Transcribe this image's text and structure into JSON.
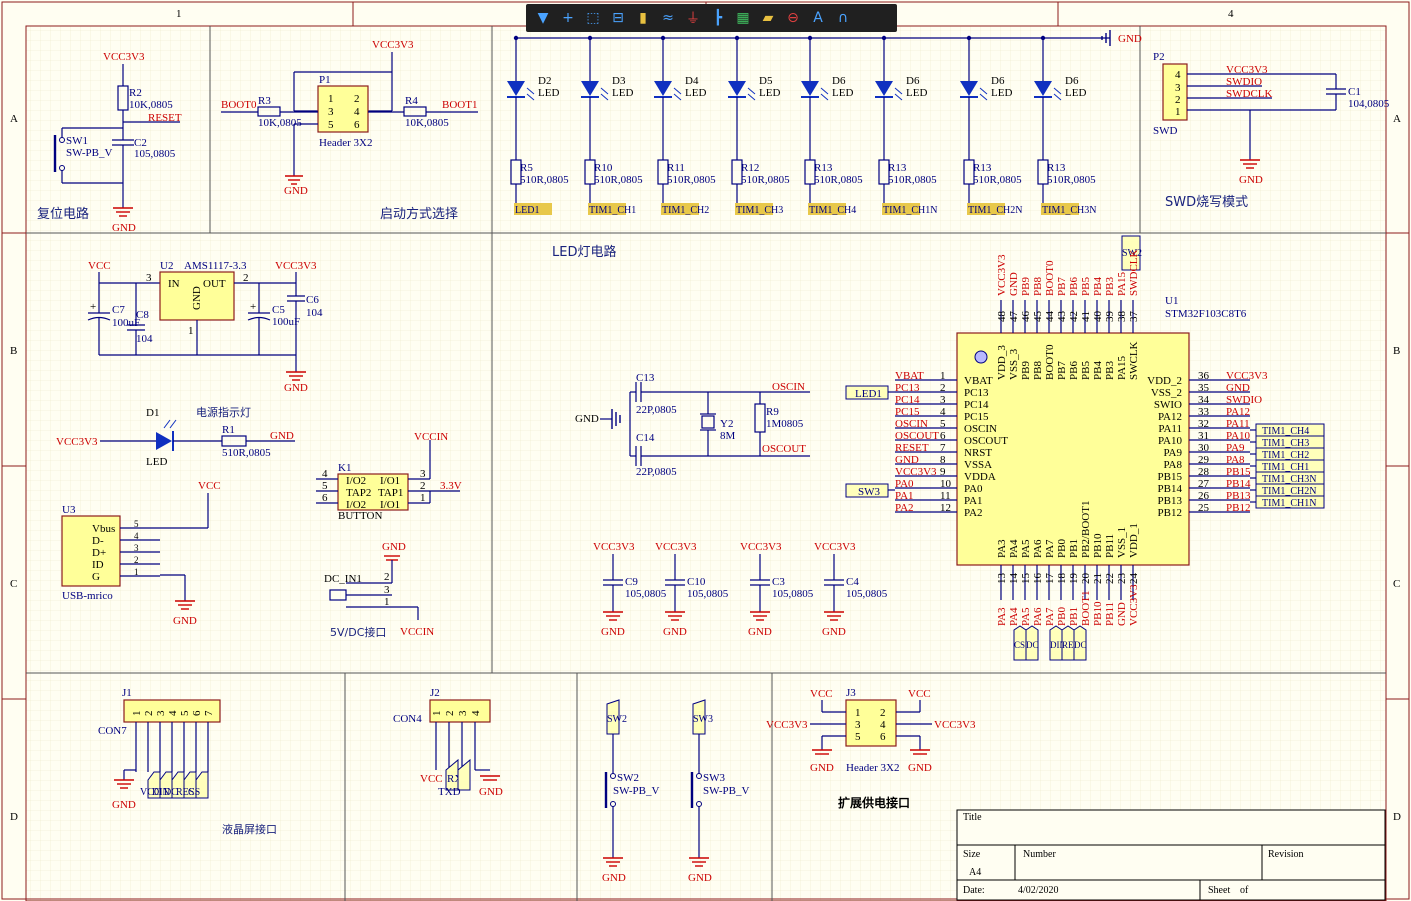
{
  "toolbar": {
    "tools": [
      {
        "name": "filter-icon",
        "glyph": "▼"
      },
      {
        "name": "add-icon",
        "glyph": "+"
      },
      {
        "name": "select-rect-icon",
        "glyph": "⬚"
      },
      {
        "name": "align-icon",
        "glyph": "⊟"
      },
      {
        "name": "component-icon",
        "glyph": "▮"
      },
      {
        "name": "wire-icon",
        "glyph": "≈"
      },
      {
        "name": "ground-icon",
        "glyph": "⏚"
      },
      {
        "name": "bus-icon",
        "glyph": "┣"
      },
      {
        "name": "chip-icon",
        "glyph": "▦"
      },
      {
        "name": "netlabel-icon",
        "glyph": "▰"
      },
      {
        "name": "port-icon",
        "glyph": "⊖"
      },
      {
        "name": "text-icon",
        "glyph": "A"
      },
      {
        "name": "arc-icon",
        "glyph": "∩"
      }
    ]
  },
  "frame": {
    "columns": [
      "1",
      "4"
    ],
    "rows": [
      "A",
      "B",
      "C",
      "D"
    ]
  },
  "sections": {
    "reset": "复位电路",
    "boot": "启动方式选择",
    "swd": "SWD烧写模式",
    "led": "LED灯电路",
    "lcd": "液晶屏接口",
    "ext_power": "扩展供电接口",
    "power_led": "电源指示灯",
    "dc_port": "5V/DC接口"
  },
  "labels": {
    "vcc3v3": "VCC3V3",
    "vcc": "VCC",
    "vccin": "VCCIN",
    "gnd": "GND",
    "reset": "RESET",
    "boot0": "BOOT0",
    "boot1": "BOOT1",
    "v33": "3.3V",
    "swdio": "SWDIO",
    "swdclk": "SWDCLK",
    "oscin": "OSCIN",
    "oscout": "OSCOUT",
    "led1": "LED1",
    "sw3": "SW3",
    "sw2": "SW2"
  },
  "parts": {
    "r2": "R2",
    "r2v": "10K,0805",
    "c2": "C2",
    "c2v": "105,0805",
    "sw1": "SW1",
    "sw1v": "SW-PB_V",
    "p1": "P1",
    "p1v": "Header 3X2",
    "r3": "R3",
    "r3v": "10K,0805",
    "r4": "R4",
    "r4v": "10K,0805",
    "p2": "P2",
    "p2v": "SWD",
    "c1": "C1",
    "c1v": "104,0805",
    "u2": "U2",
    "u2v": "AMS1117-3.3",
    "u2in": "IN",
    "u2out": "OUT",
    "u2gnd": "GND",
    "c7": "C7",
    "c7v": "100uF",
    "c8": "C8",
    "c8v": "104",
    "c5": "C5",
    "c5v": "100uF",
    "c6": "C6",
    "c6v": "104",
    "d1": "D1",
    "d1v": "LED",
    "r1": "R1",
    "r1v": "510R,0805",
    "u3": "U3",
    "u3v": "USB-mrico",
    "k1": "K1",
    "k1v": "BUTTON",
    "dc": "DC_IN1",
    "c13": "C13",
    "c13v": "22P,0805",
    "c14": "C14",
    "c14v": "22P,0805",
    "y2": "Y2",
    "y2v": "8M",
    "r9": "R9",
    "r9v": "1M0805",
    "c9": "C9",
    "c9v": "105,0805",
    "c10": "C10",
    "c10v": "105,0805",
    "c3": "C3",
    "c3v": "105,0805",
    "c4": "C4",
    "c4v": "105,0805",
    "u1": "U1",
    "u1v": "STM32F103C8T6",
    "j1": "J1",
    "j1v": "CON7",
    "j2": "J2",
    "j2v": "CON4",
    "j3": "J3",
    "j3v": "Header 3X2",
    "sw2p": "SW2",
    "sw2v": "SW-PB_V",
    "sw3p": "SW3",
    "sw3v": "SW-PB_V",
    "rxd": "RXD",
    "txd": "TXD"
  },
  "leds": [
    {
      "d": "D2",
      "r": "R5",
      "net": "LED1"
    },
    {
      "d": "D3",
      "r": "R10",
      "net": "TIM1_CH1"
    },
    {
      "d": "D4",
      "r": "R11",
      "net": "TIM1_CH2"
    },
    {
      "d": "D5",
      "r": "R12",
      "net": "TIM1_CH3"
    },
    {
      "d": "D6",
      "r": "R13",
      "net": "TIM1_CH4"
    },
    {
      "d": "D6",
      "r": "R13",
      "net": "TIM1_CH1N"
    },
    {
      "d": "D6",
      "r": "R13",
      "net": "TIM1_CH2N"
    },
    {
      "d": "D6",
      "r": "R13",
      "net": "TIM1_CH3N"
    }
  ],
  "led_value": "LED",
  "res_value": "510R,0805",
  "mcu_left": [
    {
      "pin": "1",
      "name": "VBAT",
      "net": "VBAT"
    },
    {
      "pin": "2",
      "name": "PC13",
      "net": "PC13"
    },
    {
      "pin": "3",
      "name": "PC14",
      "net": "PC14"
    },
    {
      "pin": "4",
      "name": "PC15",
      "net": "PC15"
    },
    {
      "pin": "5",
      "name": "OSCIN",
      "net": "OSCIN"
    },
    {
      "pin": "6",
      "name": "OSCOUT",
      "net": "OSCOUT"
    },
    {
      "pin": "7",
      "name": "NRST",
      "net": "RESET"
    },
    {
      "pin": "8",
      "name": "VSSA",
      "net": "GND"
    },
    {
      "pin": "9",
      "name": "VDDA",
      "net": "VCC3V3"
    },
    {
      "pin": "10",
      "name": "PA0",
      "net": "PA0"
    },
    {
      "pin": "11",
      "name": "PA1",
      "net": "PA1"
    },
    {
      "pin": "12",
      "name": "PA2",
      "net": "PA2"
    }
  ],
  "mcu_right": [
    {
      "pin": "36",
      "name": "VDD_2",
      "net": "VCC3V3"
    },
    {
      "pin": "35",
      "name": "VSS_2",
      "net": "GND"
    },
    {
      "pin": "34",
      "name": "SWIO",
      "net": "SWDIO"
    },
    {
      "pin": "33",
      "name": "PA12",
      "net": "PA12"
    },
    {
      "pin": "32",
      "name": "PA11",
      "net": "PA11"
    },
    {
      "pin": "31",
      "name": "PA10",
      "net": "PA10"
    },
    {
      "pin": "30",
      "name": "PA9",
      "net": "PA9"
    },
    {
      "pin": "29",
      "name": "PA8",
      "net": "PA8"
    },
    {
      "pin": "28",
      "name": "PB15",
      "net": "PB15"
    },
    {
      "pin": "27",
      "name": "PB14",
      "net": "PB14"
    },
    {
      "pin": "26",
      "name": "PB13",
      "net": "PB13"
    },
    {
      "pin": "25",
      "name": "PB12",
      "net": "PB12"
    }
  ],
  "mcu_right_ports": [
    "TIM1_CH4",
    "TIM1_CH3",
    "TIM1_CH2",
    "TIM1_CH1",
    "TIM1_CH3N",
    "TIM1_CH2N",
    "TIM1_CH1N"
  ],
  "mcu_top": [
    {
      "pin": "48",
      "name": "VDD_3",
      "net": "VCC3V3"
    },
    {
      "pin": "47",
      "name": "VSS_3",
      "net": "GND"
    },
    {
      "pin": "46",
      "name": "PB9",
      "net": "PB9"
    },
    {
      "pin": "45",
      "name": "PB8",
      "net": "PB8"
    },
    {
      "pin": "44",
      "name": "BOOT0",
      "net": "BOOT0"
    },
    {
      "pin": "43",
      "name": "PB7",
      "net": "PB7"
    },
    {
      "pin": "42",
      "name": "PB6",
      "net": "PB6"
    },
    {
      "pin": "41",
      "name": "PB5",
      "net": "PB5"
    },
    {
      "pin": "40",
      "name": "PB4",
      "net": "PB4"
    },
    {
      "pin": "39",
      "name": "PB3",
      "net": "PB3"
    },
    {
      "pin": "38",
      "name": "PA15",
      "net": "PA15"
    },
    {
      "pin": "37",
      "name": "SWCLK",
      "net": "SWDCLK"
    }
  ],
  "mcu_bottom": [
    {
      "pin": "13",
      "name": "PA3",
      "net": "PA3"
    },
    {
      "pin": "14",
      "name": "PA4",
      "net": "PA4"
    },
    {
      "pin": "15",
      "name": "PA5",
      "net": "PA5"
    },
    {
      "pin": "16",
      "name": "PA6",
      "net": "PA6"
    },
    {
      "pin": "17",
      "name": "PA7",
      "net": "PA7"
    },
    {
      "pin": "18",
      "name": "PB0",
      "net": "PB0"
    },
    {
      "pin": "19",
      "name": "PB1",
      "net": "PB1"
    },
    {
      "pin": "20",
      "name": "PB2/BOOT1",
      "net": "BOOT1"
    },
    {
      "pin": "21",
      "name": "PB10",
      "net": "PB10"
    },
    {
      "pin": "22",
      "name": "PB11",
      "net": "PB11"
    },
    {
      "pin": "23",
      "name": "VSS_1",
      "net": "GND"
    },
    {
      "pin": "24",
      "name": "VDD_1",
      "net": "VCC3V3"
    }
  ],
  "mcu_bottom_ports": [
    "CS",
    "DC",
    "DIN",
    "RES",
    "DC"
  ],
  "usb_pins": [
    "Vbus",
    "D-",
    "D+",
    "ID",
    "G"
  ],
  "k1_pins": {
    "l1": "I/O2",
    "l2": "TAP2",
    "l3": "I/O2",
    "r1": "I/O1",
    "r2": "TAP1",
    "r3": "I/O1"
  },
  "j1_ports": [
    "VCC",
    "DIN",
    "DC",
    "RES",
    "CS"
  ],
  "title_block": {
    "title": "Title",
    "size": "Size",
    "size_val": "A4",
    "number": "Number",
    "revision": "Revision",
    "date": "Date:",
    "date_val": "4/02/2020",
    "sheet": "Sheet",
    "of": "of"
  }
}
